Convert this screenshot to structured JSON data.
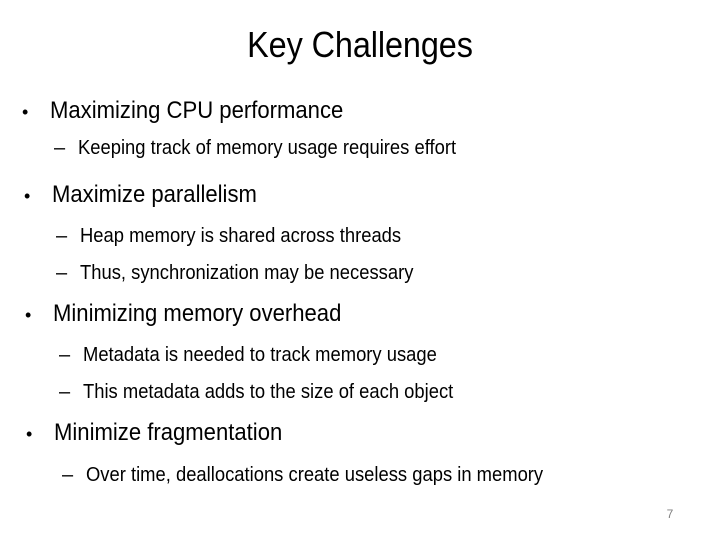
{
  "slide": {
    "title": "Key Challenges",
    "page_number": "7",
    "bullet_marker": "•",
    "sub_bullet_marker": "–",
    "text_color": "#000000",
    "page_number_color": "#808080",
    "background_color": "#ffffff",
    "groups": [
      {
        "heading": "Maximizing CPU performance",
        "subs": [
          "Keeping track of memory usage requires effort"
        ]
      },
      {
        "heading": "Maximize parallelism",
        "subs": [
          "Heap memory is shared across threads",
          "Thus, synchronization may be necessary"
        ]
      },
      {
        "heading": "Minimizing memory overhead",
        "subs": [
          "Metadata is needed to track memory usage",
          "This metadata adds to the size of each object"
        ]
      },
      {
        "heading": "Minimize fragmentation",
        "subs": [
          "Over time, deallocations create useless gaps in memory"
        ]
      }
    ]
  }
}
